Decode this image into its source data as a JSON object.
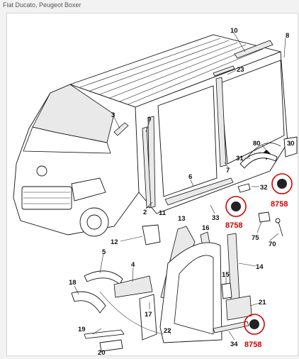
{
  "header": {
    "title": "Fiat Ducato, Peugeot Boxer"
  },
  "highlight": {
    "color": "#d40000"
  },
  "labels": [
    {
      "id": "p10",
      "text": "10"
    },
    {
      "id": "p8",
      "text": "8"
    },
    {
      "id": "p23",
      "text": "23"
    },
    {
      "id": "p80",
      "text": "80"
    },
    {
      "id": "p30",
      "text": "30"
    },
    {
      "id": "p3",
      "text": "3"
    },
    {
      "id": "p9",
      "text": "9"
    },
    {
      "id": "p7",
      "text": "7"
    },
    {
      "id": "p31",
      "text": "31"
    },
    {
      "id": "p32",
      "text": "32"
    },
    {
      "id": "p6",
      "text": "6"
    },
    {
      "id": "p2",
      "text": "2"
    },
    {
      "id": "p11",
      "text": "11"
    },
    {
      "id": "p33",
      "text": "33"
    },
    {
      "id": "p13",
      "text": "13"
    },
    {
      "id": "p16",
      "text": "16"
    },
    {
      "id": "p12",
      "text": "12"
    },
    {
      "id": "p75",
      "text": "75"
    },
    {
      "id": "p70",
      "text": "70"
    },
    {
      "id": "p5",
      "text": "5"
    },
    {
      "id": "p4",
      "text": "4"
    },
    {
      "id": "p14",
      "text": "14"
    },
    {
      "id": "p18",
      "text": "18"
    },
    {
      "id": "p15",
      "text": "15"
    },
    {
      "id": "p21",
      "text": "21"
    },
    {
      "id": "p17",
      "text": "17"
    },
    {
      "id": "p19",
      "text": "19"
    },
    {
      "id": "p22",
      "text": "22"
    },
    {
      "id": "p34",
      "text": "34"
    },
    {
      "id": "p20",
      "text": "20"
    }
  ],
  "callouts": [
    {
      "id": "c1",
      "text": "8758"
    },
    {
      "id": "c2",
      "text": "8758"
    },
    {
      "id": "c3",
      "text": "8758"
    }
  ]
}
